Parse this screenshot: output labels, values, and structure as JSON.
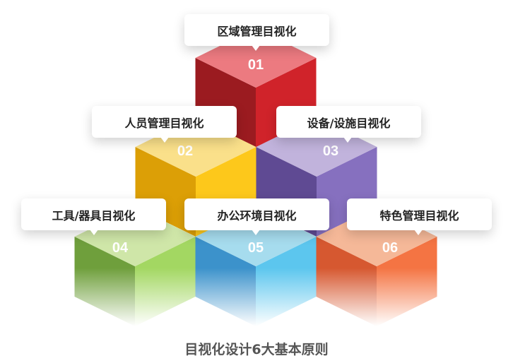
{
  "title": "目视化设计6大基本原则",
  "items": [
    {
      "number": "01",
      "label": "区域管理目视化",
      "colors": {
        "top": "#ec7a80",
        "left": "#9b1b20",
        "right": "#d0232a"
      }
    },
    {
      "number": "02",
      "label": "人员管理目视化",
      "colors": {
        "top": "#fae08a",
        "left": "#dc9f06",
        "right": "#fdc81b"
      }
    },
    {
      "number": "03",
      "label": "设备/设施目视化",
      "colors": {
        "top": "#c1b3dc",
        "left": "#5f4a93",
        "right": "#8670bf"
      }
    },
    {
      "number": "04",
      "label": "工具/器具目视化",
      "colors": {
        "top": "#cfe6a8",
        "left": "#6f9f3c",
        "right": "#a3d762"
      }
    },
    {
      "number": "05",
      "label": "办公环境目视化",
      "colors": {
        "top": "#a6dcee",
        "left": "#3c92cb",
        "right": "#5cc6ee"
      }
    },
    {
      "number": "06",
      "label": "特色管理目视化",
      "colors": {
        "top": "#f5b898",
        "left": "#d65830",
        "right": "#f47443"
      }
    }
  ]
}
